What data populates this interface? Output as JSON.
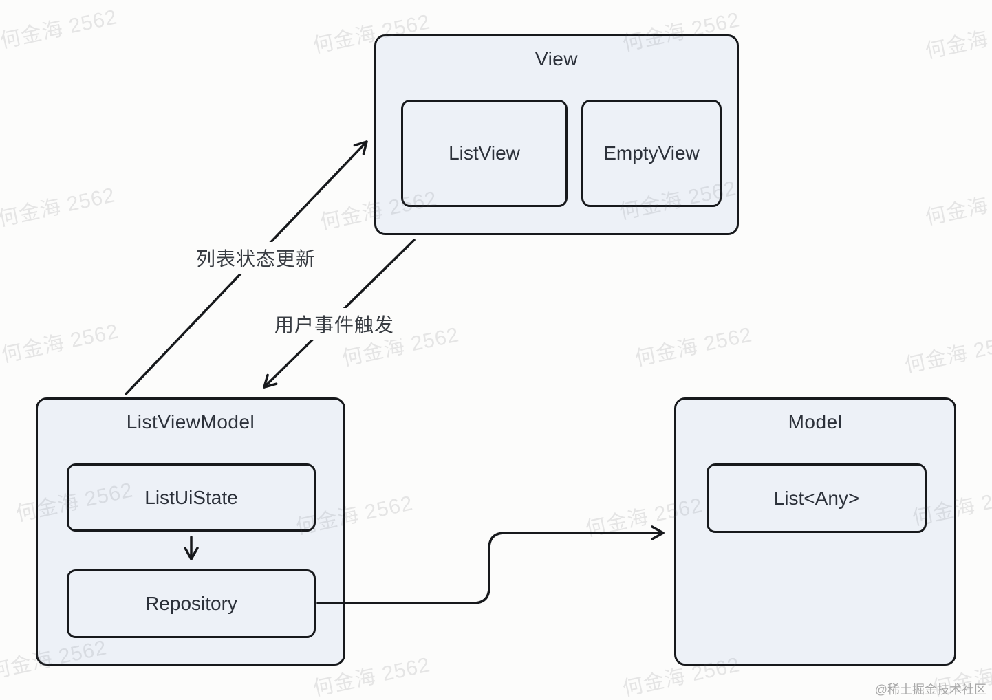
{
  "nodes": {
    "view": {
      "title": "View",
      "children": {
        "list_view": "ListView",
        "empty_view": "EmptyView"
      }
    },
    "view_model": {
      "title": "ListViewModel",
      "children": {
        "list_ui_state": "ListUiState",
        "repository": "Repository"
      }
    },
    "model": {
      "title": "Model",
      "children": {
        "list_any": "List<Any>"
      }
    }
  },
  "edges": {
    "state_update": {
      "label": "列表状态更新",
      "from": "ListViewModel",
      "to": "View"
    },
    "user_event": {
      "label": "用户事件触发",
      "from": "View",
      "to": "ListViewModel"
    },
    "ui_state_to_repository": {
      "from": "ListUiState",
      "to": "Repository"
    },
    "repository_to_model": {
      "from": "Repository",
      "to": "Model"
    }
  },
  "watermark": {
    "text": "何金海 2562"
  },
  "credit": {
    "text": "@稀土掘金技术社区"
  },
  "colors": {
    "node_fill": "#edf1f7",
    "node_border": "#17191c",
    "text": "#2c313a",
    "background": "#fcfcfb"
  }
}
